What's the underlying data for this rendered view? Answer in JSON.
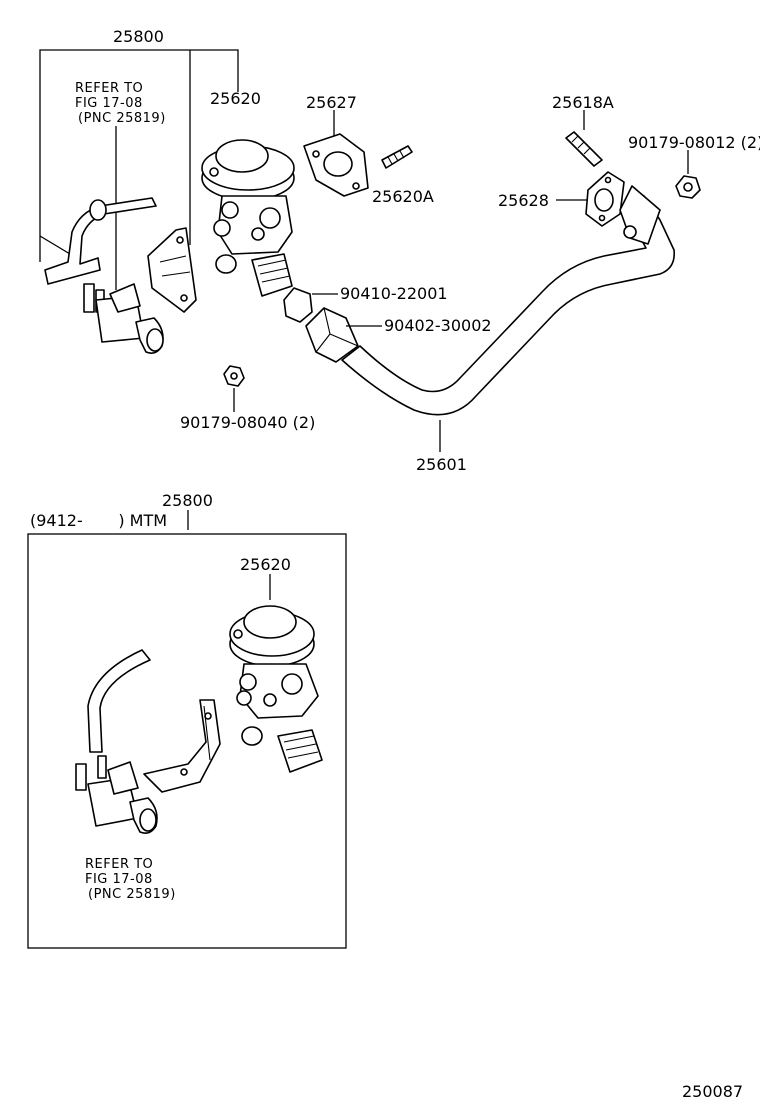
{
  "upper": {
    "assembly_number": "25800",
    "refer_note": {
      "line1": "REFER TO",
      "line2": "FIG 17-08",
      "line3": "(PNC 25819)"
    },
    "egr_valve": "25620",
    "valve_gasket": "25627",
    "stud_bolt": "25620A",
    "stud_bolt_pipe": "25618A",
    "pipe_gasket": "25628",
    "flange_nut": "90179-08012 (2)",
    "nut_lower": "90179-08040 (2)",
    "union_washer": "90410-22001",
    "union_nut": "90402-30002",
    "egr_pipe": "25601"
  },
  "lower": {
    "assembly_number": "25800",
    "variant_label": "(9412-       ) MTM",
    "egr_valve": "25620",
    "refer_note": {
      "line1": "REFER TO",
      "line2": "FIG 17-08",
      "line3": "(PNC 25819)"
    }
  },
  "figure_number": "250087"
}
